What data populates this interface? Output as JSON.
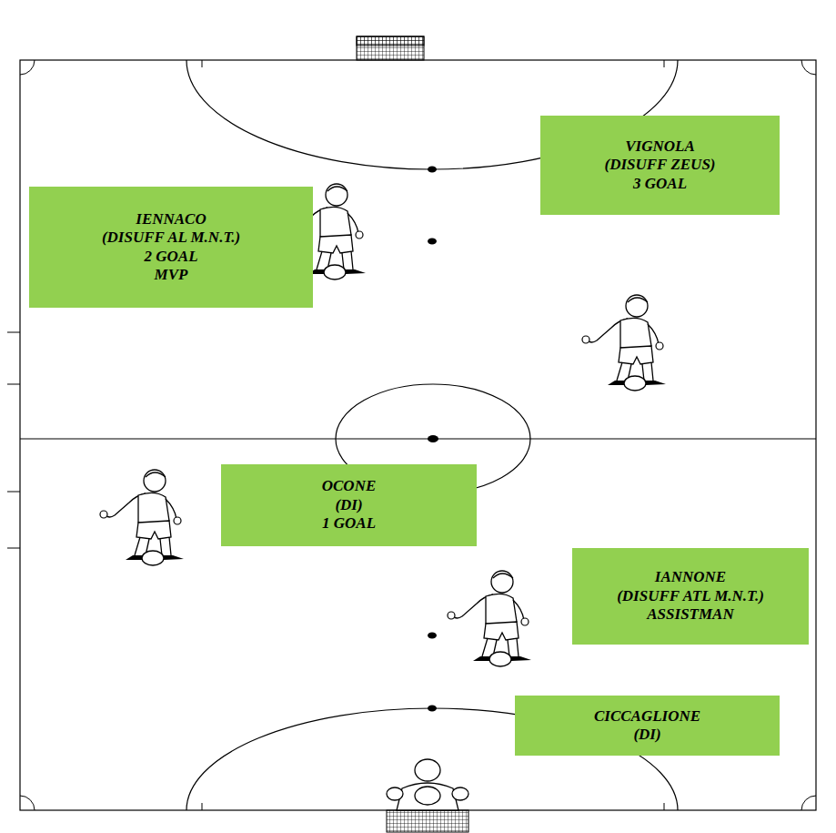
{
  "diagram": {
    "nodes": [
      {
        "text": [
          "VIGNOLA",
          "(DISUFF ZEUS)",
          "3 GOAL"
        ]
      },
      {
        "text": [
          "IENNACO",
          "(DISUFF AL M.N.T.)",
          "2 GOAL",
          "MVP"
        ]
      },
      {
        "text": [
          "OCONE",
          "(DI)",
          "1 GOAL"
        ]
      },
      {
        "text": [
          "IANNONE",
          "(DISUFF ATL M.N.T.)",
          "ASSISTMAN"
        ]
      },
      {
        "text": [
          "CICCAGLIONE",
          "(DI)"
        ]
      }
    ]
  }
}
